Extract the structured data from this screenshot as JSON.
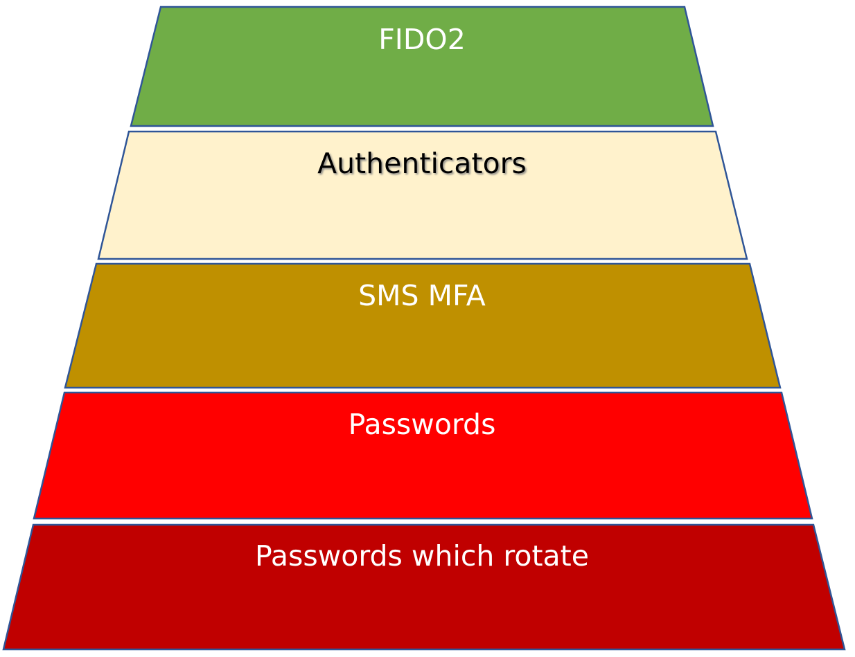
{
  "diagram": {
    "tiers": [
      {
        "label": "FIDO2",
        "fill": "#70AD47",
        "text_color": "#FFFFFF"
      },
      {
        "label": "Authenticators",
        "fill": "#FFF2CC",
        "text_color": "#000000",
        "text_shadow": true
      },
      {
        "label": "SMS MFA",
        "fill": "#BF9000",
        "text_color": "#FFFFFF"
      },
      {
        "label": "Passwords",
        "fill": "#FF0000",
        "text_color": "#FFFFFF"
      },
      {
        "label": "Passwords which rotate",
        "fill": "#C00000",
        "text_color": "#FFFFFF"
      }
    ],
    "outline_color": "#2F5597"
  }
}
